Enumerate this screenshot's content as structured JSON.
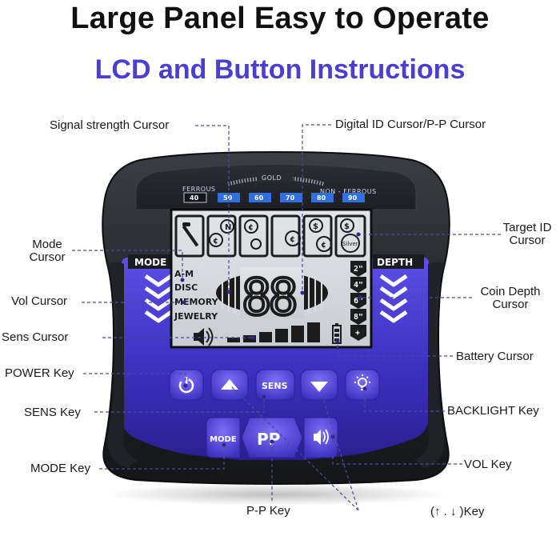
{
  "header": {
    "title": "Large Panel Easy to Operate",
    "subtitle": "LCD and Button Instructions"
  },
  "panel": {
    "scale": {
      "ferrous": "FERROUS",
      "gold": "GOLD",
      "non_ferrous": "NON - FERROUS",
      "values": [
        "40",
        "50",
        "60",
        "70",
        "80",
        "90"
      ]
    },
    "side_labels": {
      "mode": "MODE",
      "depth": "DEPTH"
    },
    "lcd": {
      "modes": [
        "A-M",
        "DISC",
        "MEMORY",
        "JEWELRY"
      ],
      "digits": "88",
      "target_silver": "Silver",
      "depths": [
        "2\"",
        "4\"",
        "6\"",
        "8\"",
        "+"
      ]
    },
    "keys": {
      "sens": "SENS",
      "mode": "MODE",
      "pp": "PP"
    }
  },
  "callouts": {
    "signal_strength": "Signal strength Cursor",
    "digital_id": "Digital ID Cursor/P-P Cursor",
    "mode_cursor": "Mode\nCursor",
    "target_id": "Target ID\nCursor",
    "vol_cursor": "Vol Cursor",
    "coin_depth": "Coin Depth\nCursor",
    "sens_cursor": "Sens Cursor",
    "battery": "Battery Cursor",
    "power_key": "POWER Key",
    "sens_key": "SENS Key",
    "backlight_key": "BACKLIGHT Key",
    "mode_key": "MODE Key",
    "vol_key": "VOL Key",
    "pp_key": "P-P Key",
    "arrow_key": "(↑ . ↓ )Key"
  },
  "colors": {
    "accent": "#4b3fd0",
    "panel_purple": "#5b4ae0",
    "lcd_background": "#d9dde0",
    "chip_blue": "#2f6fe0",
    "leader": "#4a4a9a"
  }
}
